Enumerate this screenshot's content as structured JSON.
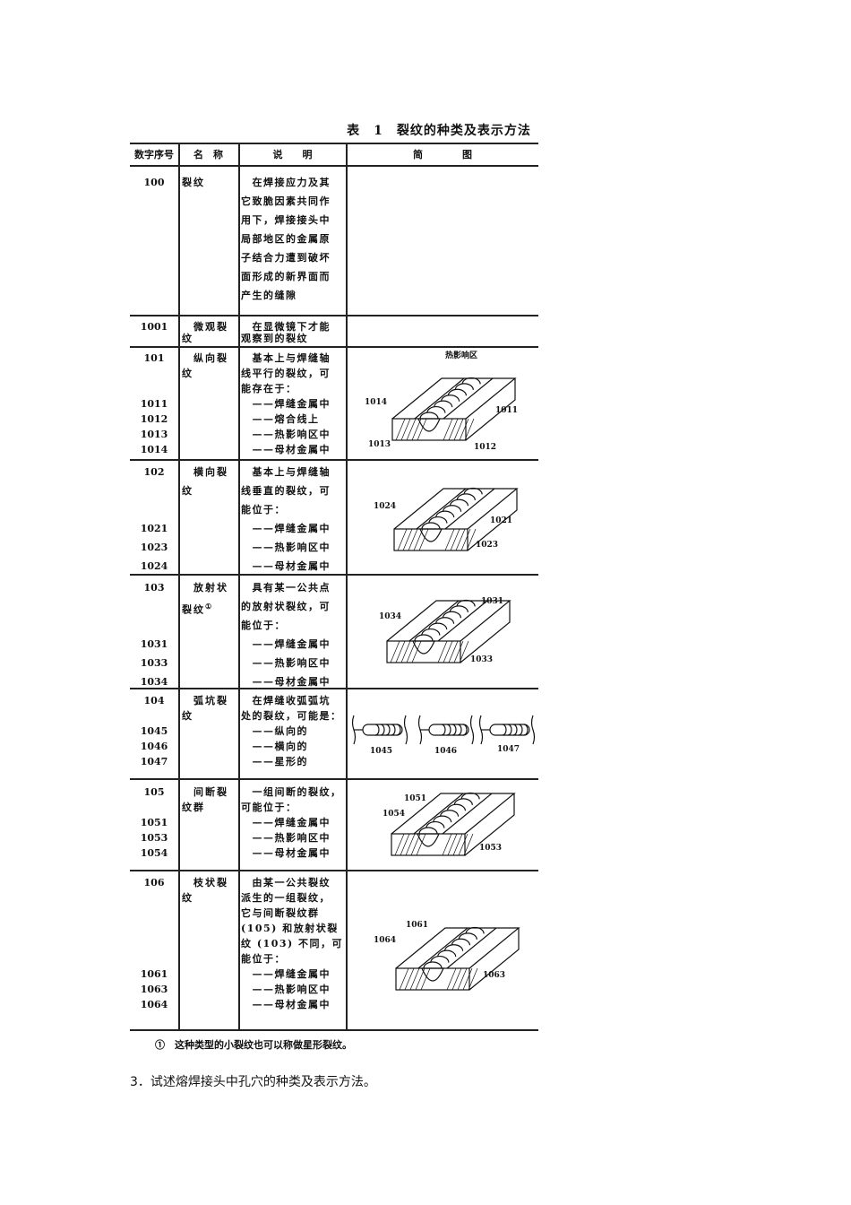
{
  "title": "表　1　裂纹的种类及表示方法",
  "headers": [
    "数字序号",
    "名　称",
    "说　　明",
    "简　　　　图"
  ],
  "rows": [
    {
      "codes": [
        "100"
      ],
      "name": [
        "裂纹"
      ],
      "desc": [
        "　在焊接应力及其",
        "它致脆因素共同作",
        "用下，焊接接头中",
        "局部地区的金属原",
        "子结合力遭到破坏",
        "面形成的新界面而",
        "产生的缝隙"
      ],
      "labels": []
    },
    {
      "codes": [
        "1001"
      ],
      "name": [
        "　微观裂",
        "纹"
      ],
      "desc": [
        "　在显微镜下才能",
        "观察到的裂纹"
      ],
      "labels": []
    },
    {
      "codes": [
        "101",
        "",
        "",
        "1011",
        "1012",
        "1013",
        "1014"
      ],
      "name": [
        "　纵向裂",
        "纹"
      ],
      "desc": [
        "　基本上与焊缝轴",
        "线平行的裂纹，可",
        "能存在于：",
        "　——焊缝金属中",
        "　——熔合线上",
        "　——热影响区中",
        "　——母材金属中"
      ],
      "labels": [
        "热影响区",
        "1014",
        "1011",
        "1013",
        "1012"
      ]
    },
    {
      "codes": [
        "102",
        "",
        "",
        "1021",
        "1023",
        "1024"
      ],
      "name": [
        "　横向裂",
        "纹"
      ],
      "desc": [
        "　基本上与焊缝轴",
        "线垂直的裂纹，可",
        "能位于：",
        "　——焊缝金属中",
        "　——热影响区中",
        "　——母材金属中"
      ],
      "labels": [
        "1024",
        "1021",
        "1023"
      ]
    },
    {
      "codes": [
        "103",
        "",
        "",
        "1031",
        "1033",
        "1034"
      ],
      "name": [
        "　放射状",
        "裂纹"
      ],
      "name_sup": "①",
      "desc": [
        "　具有某一公共点",
        "的放射状裂纹，可",
        "能位于：",
        "　——焊缝金属中",
        "　——热影响区中",
        "　——母材金属中"
      ],
      "labels": [
        "1031",
        "1034",
        "1033"
      ]
    },
    {
      "codes": [
        "104",
        "",
        "1045",
        "1046",
        "1047"
      ],
      "name": [
        "　弧坑裂",
        "纹"
      ],
      "desc": [
        "　在焊缝收弧弧坑",
        "处的裂纹，可能是：",
        "　——纵向的",
        "　——横向的",
        "　——星形的"
      ],
      "labels": [
        "1045",
        "1046",
        "1047"
      ]
    },
    {
      "codes": [
        "105",
        "",
        "1051",
        "1053",
        "1054"
      ],
      "name": [
        "　间断裂",
        "纹群"
      ],
      "desc": [
        "　一组间断的裂纹，",
        "可能位于：",
        "　——焊缝金属中",
        "　——热影响区中",
        "　——母材金属中"
      ],
      "labels": [
        "1051",
        "1054",
        "1053"
      ]
    },
    {
      "codes": [
        "106",
        "",
        "",
        "",
        "",
        "",
        "1061",
        "1063",
        "1064"
      ],
      "name": [
        "　枝状裂",
        "纹"
      ],
      "desc": [
        "　由某一公共裂纹",
        "派生的一组裂纹，",
        "它与间断裂纹群",
        "(105) 和放射状裂",
        "纹 (103) 不同，可",
        "能位于：",
        "　——焊缝金属中",
        "　——热影响区中",
        "　——母材金属中"
      ],
      "labels": [
        "1061",
        "1064",
        "1063"
      ]
    }
  ],
  "footnote": "①　这种类型的小裂纹也可以称做星形裂纹。",
  "question": "3．试述熔焊接头中孔穴的种类及表示方法。"
}
